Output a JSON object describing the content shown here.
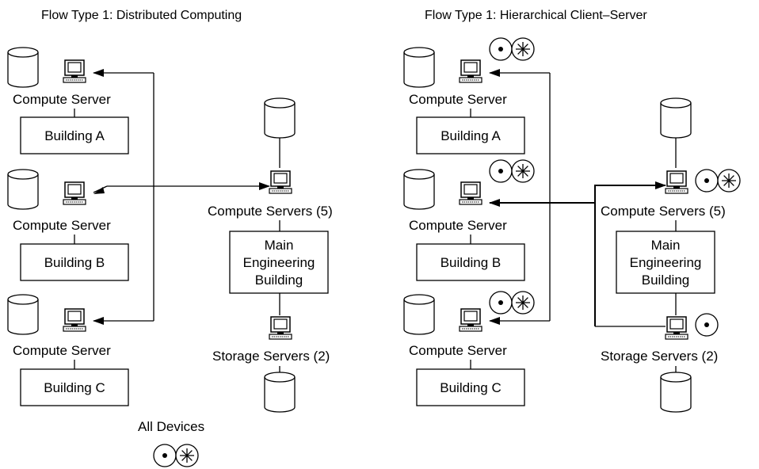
{
  "left": {
    "title": "Flow Type 1: Distributed Computing",
    "server_a": "Compute Server",
    "server_b": "Compute Server",
    "server_c": "Compute Server",
    "building_a": "Building A",
    "building_b": "Building B",
    "building_c": "Building C",
    "compute_servers": "Compute Servers (5)",
    "main_building": [
      "Main",
      "Engineering",
      "Building"
    ],
    "storage_servers": "Storage Servers (2)",
    "all_devices": "All Devices"
  },
  "right": {
    "title": "Flow Type 1: Hierarchical Client–Server",
    "server_a": "Compute Server",
    "server_b": "Compute Server",
    "server_c": "Compute Server",
    "building_a": "Building A",
    "building_b": "Building B",
    "building_c": "Building C",
    "compute_servers": "Compute Servers (5)",
    "main_building": [
      "Main",
      "Engineering",
      "Building"
    ],
    "storage_servers": "Storage Servers (2)"
  },
  "symbols": {
    "dot": "⊙",
    "star": "✳"
  }
}
